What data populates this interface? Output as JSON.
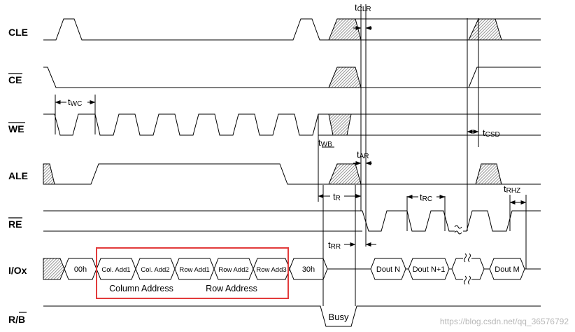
{
  "signals": {
    "cle": "CLE",
    "ce": "CE",
    "we": "WE",
    "ale": "ALE",
    "re": "RE",
    "io": "I/Ox",
    "rb_r": "R/",
    "rb_b": "B"
  },
  "timings": {
    "t": "t",
    "wc": "WC",
    "clr": "CLR",
    "csd": "CSD",
    "wb": "WB",
    "ar": "AR",
    "r": "R",
    "rc": "RC",
    "rhz": "RHZ",
    "rr": "RR"
  },
  "bus": {
    "cmd1": "00h",
    "col1": "Col. Add1",
    "col2": "Col. Add2",
    "row1": "Row Add1",
    "row2": "Row Add2",
    "row3": "Row Add3",
    "cmd2": "30h",
    "doutn": "Dout N",
    "doutn1": "Dout N+1",
    "doutm": "Dout M"
  },
  "groups": {
    "column": "Column Address",
    "row": "Row Address"
  },
  "busy": "Busy",
  "watermark": "https://blog.csdn.net/qq_36576792",
  "colors": {
    "ink": "#000000",
    "highlight": "#e23b3b",
    "hatch": "#7a7a7a",
    "watermark": "#b8b8b8"
  }
}
